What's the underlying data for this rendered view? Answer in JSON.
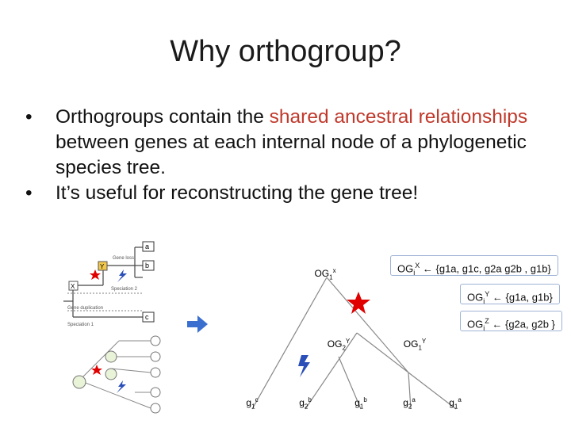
{
  "title": "Why orthogroup?",
  "bullets": [
    {
      "pre": "Orthogroups contain the ",
      "highlight": "shared ancestral relationships",
      "post": " between genes at each internal node of a phylogenetic species tree."
    },
    {
      "pre": "It’s useful for reconstructing the gene tree!",
      "highlight": "",
      "post": ""
    }
  ],
  "bullet_char": "•",
  "highlight_color": "#c0392b",
  "thumbnail": {
    "labels": {
      "gene_loss": "Gene loss",
      "speciation2": "Speciation 2",
      "gene_duplication": "Gene duplication",
      "speciation1": "Speciation 1",
      "x": "X",
      "y": "Y",
      "a": "a",
      "b": "b",
      "c": "c"
    }
  },
  "formulas": [
    {
      "lhs": "OG",
      "lhs_sub": "i",
      "lhs_sup": "X",
      "rhs": "{g1a, g1c, g2a g2b , g1b}"
    },
    {
      "lhs": "OG",
      "lhs_sub": "i",
      "lhs_sup": "Y",
      "rhs": "{g1a, g1b}"
    },
    {
      "lhs": "OG",
      "lhs_sub": "i",
      "lhs_sup": "Z",
      "rhs": "{g2a, g2b }"
    }
  ],
  "nodes": {
    "og1x": {
      "base": "OG",
      "sub": "1",
      "sup": "x"
    },
    "og2y": {
      "base": "OG",
      "sub": "2",
      "sup": "Y"
    },
    "og1y": {
      "base": "OG",
      "sub": "1",
      "sup": "Y"
    },
    "leaves": [
      {
        "base": "g",
        "sub": "1",
        "sup": "c"
      },
      {
        "base": "g",
        "sub": "2",
        "sup": "b"
      },
      {
        "base": "g",
        "sub": "1",
        "sup": "b"
      },
      {
        "base": "g",
        "sub": "2",
        "sup": "a"
      },
      {
        "base": "g",
        "sub": "1",
        "sup": "a"
      }
    ]
  },
  "colors": {
    "node_fill": "#ffffff",
    "node_stroke": "#b0b0b0",
    "star": "#e00000",
    "arrow": "#3a6fd0",
    "lightning": "#2b4fb8",
    "formula_border": "#9fb3d6"
  }
}
